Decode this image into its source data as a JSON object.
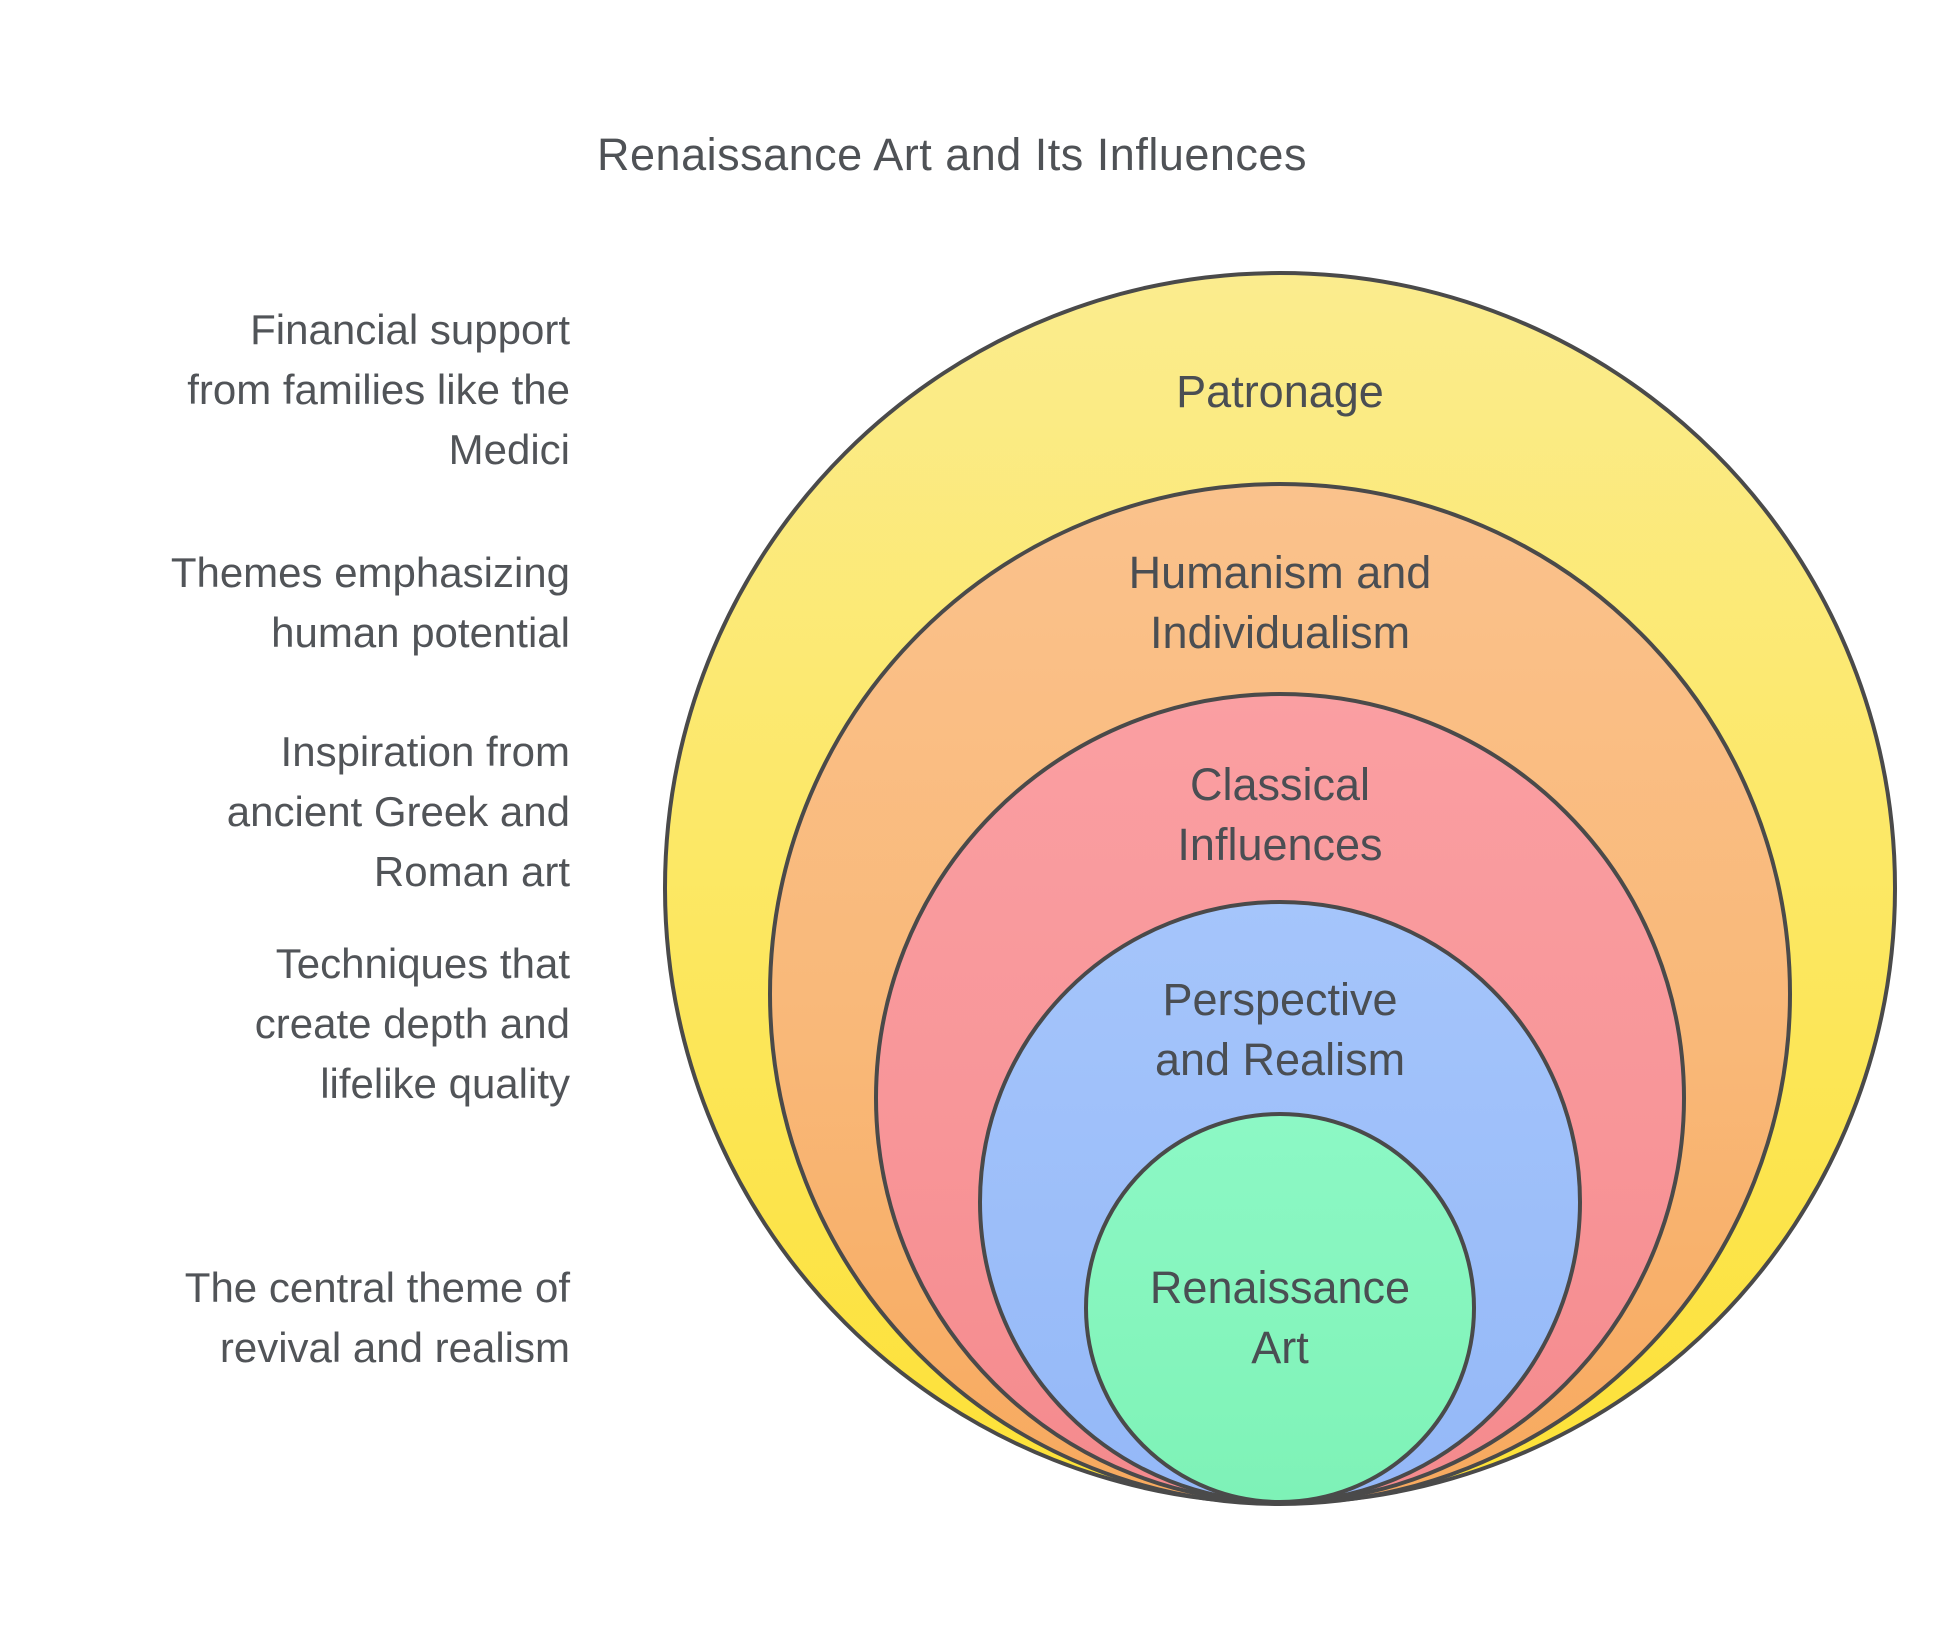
{
  "title": "Renaissance Art and Its Influences",
  "diagram_type": "concentric-onion",
  "rings": [
    {
      "name": "Patronage",
      "lines": [
        "Patronage"
      ],
      "fill": "#FCE75F",
      "annotation": "Financial support from families like the Medici"
    },
    {
      "name": "Humanism and Individualism",
      "lines": [
        "Humanism and",
        "Individualism"
      ],
      "fill": "#F9B878",
      "annotation": "Themes emphasizing human potential"
    },
    {
      "name": "Classical Influences",
      "lines": [
        "Classical",
        "Influences"
      ],
      "fill": "#F89598",
      "annotation": "Inspiration from ancient Greek and Roman art"
    },
    {
      "name": "Perspective and Realism",
      "lines": [
        "Perspective",
        "and Realism"
      ],
      "fill": "#9CBEF9",
      "annotation": "Techniques that create depth and lifelike quality"
    },
    {
      "name": "Renaissance Art",
      "lines": [
        "Renaissance",
        "Art"
      ],
      "fill": "#85F5BD",
      "annotation": "The central theme of revival and realism"
    }
  ],
  "annotations": [
    {
      "lines": [
        "Financial support",
        "from families like the",
        "Medici"
      ]
    },
    {
      "lines": [
        "Themes emphasizing",
        "human potential"
      ]
    },
    {
      "lines": [
        "Inspiration from",
        "ancient Greek and",
        "Roman art"
      ]
    },
    {
      "lines": [
        "Techniques that",
        "create depth and",
        "lifelike quality"
      ]
    },
    {
      "lines": [
        "The central theme of",
        "revival and realism"
      ]
    }
  ],
  "colors": {
    "stroke": "#4A4A4A",
    "text": "#515458",
    "background": "#FFFFFF"
  }
}
